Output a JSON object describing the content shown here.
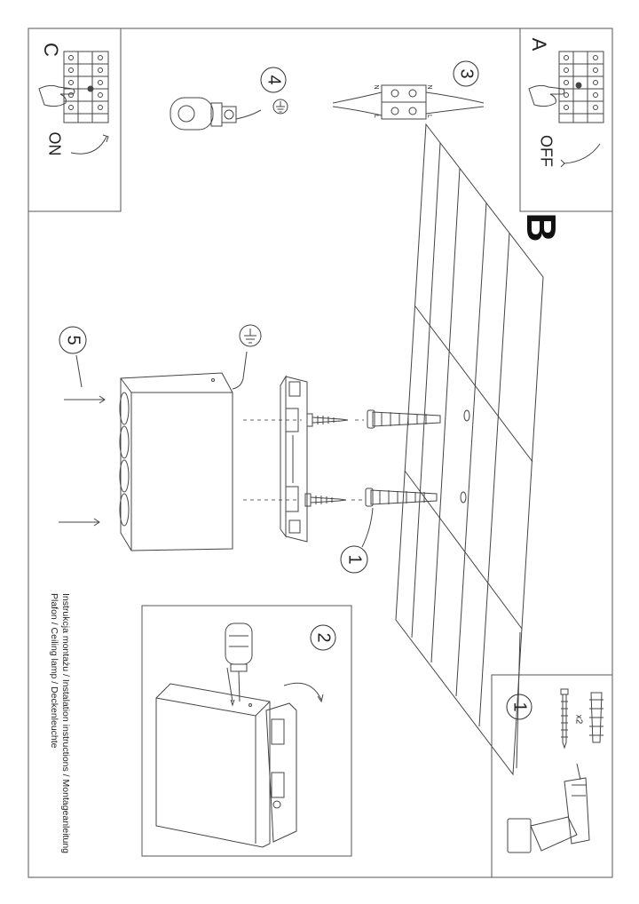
{
  "panel_a": {
    "letter": "A",
    "state": "OFF"
  },
  "panel_c": {
    "letter": "C",
    "state": "ON"
  },
  "section_b": {
    "letter": "B"
  },
  "steps": {
    "s1": "1",
    "s2": "2",
    "s3": "3",
    "s4": "4",
    "s5": "5",
    "kit": "1"
  },
  "wiring": {
    "n_left": "N",
    "l_left": "L",
    "n_right": "N",
    "l_right": "L"
  },
  "kit": {
    "quantity": "x2"
  },
  "caption": {
    "line1": "Instrukcja montażu / Instalation instructions / Montageanleitung",
    "line2": "Plafon / Ceiling lamp / Deckenleuchte"
  },
  "icons": [
    "ground-symbol-icon",
    "drill-icon",
    "screwdriver-icon",
    "wall-plug-icon",
    "screw-icon",
    "curved-arrow-icon"
  ]
}
